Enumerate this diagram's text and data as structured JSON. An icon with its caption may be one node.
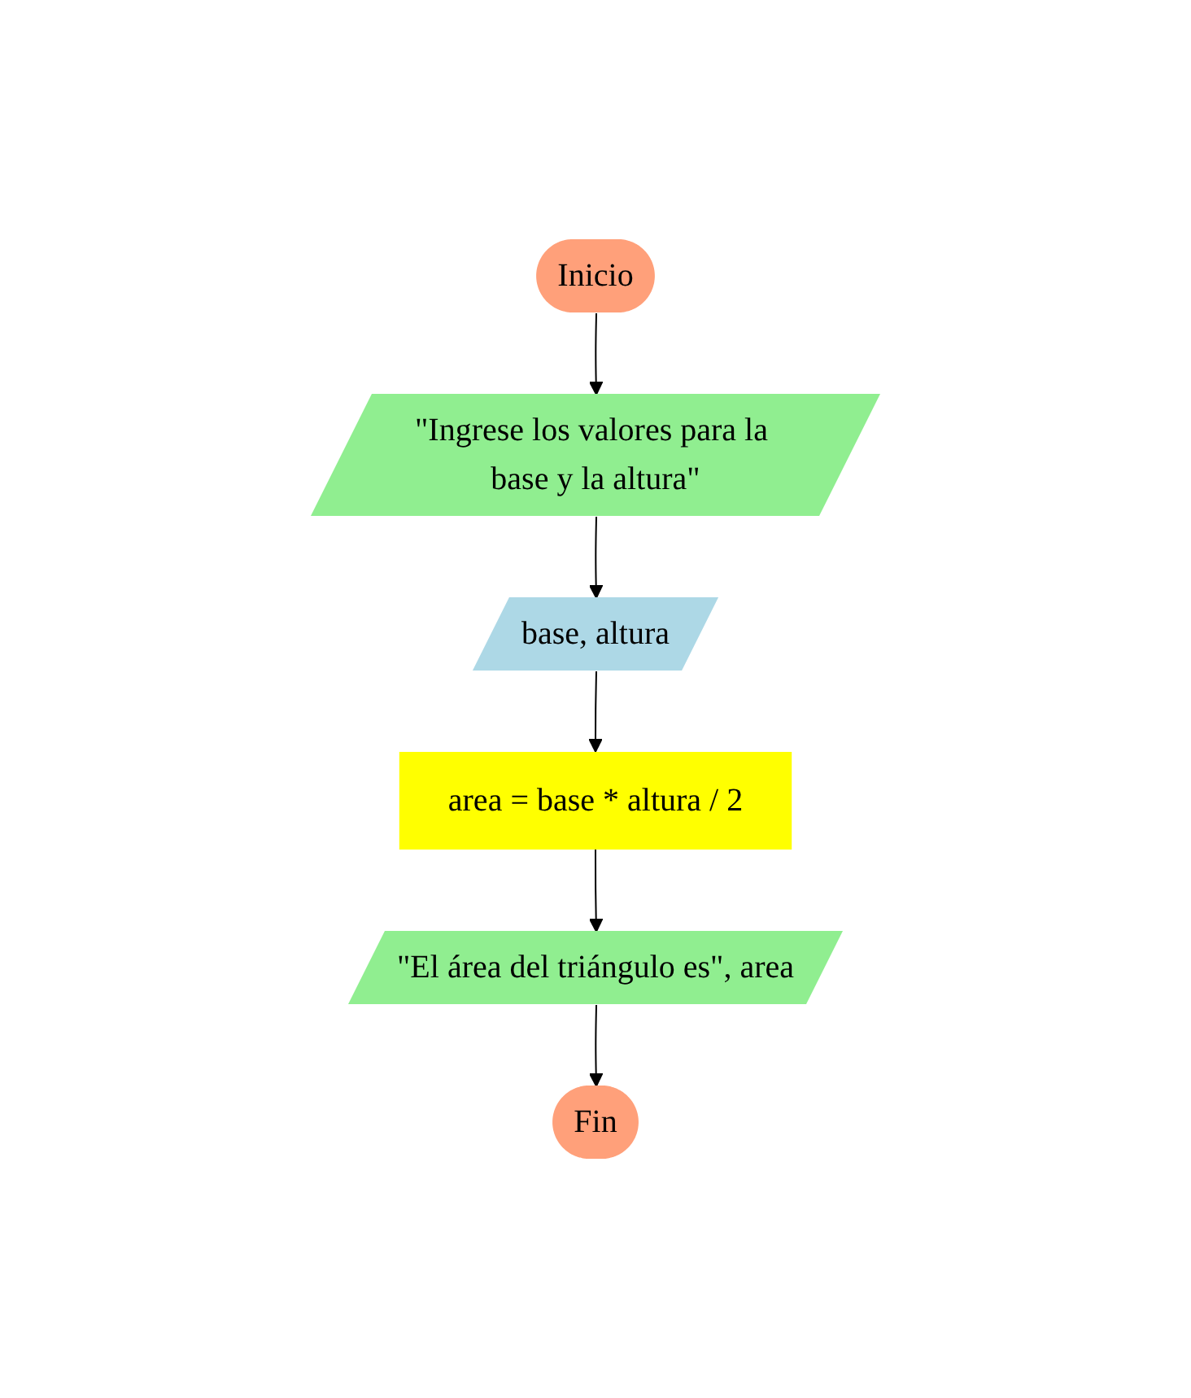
{
  "diagram": {
    "nodes": [
      {
        "text": [
          "Inicio"
        ]
      },
      {
        "text": [
          "\"Ingrese los valores para la base y la altura\""
        ]
      },
      {
        "text": [
          "base, altura"
        ]
      },
      {
        "text": [
          "area = base * altura / 2"
        ]
      },
      {
        "text": [
          "\"El área del triángulo es\", area"
        ]
      },
      {
        "text": [
          "Fin"
        ]
      }
    ],
    "edges": [
      {
        "from": 0,
        "to": 1,
        "arrow": "to"
      },
      {
        "from": 1,
        "to": 2,
        "arrow": "to"
      },
      {
        "from": 2,
        "to": 3,
        "arrow": "to"
      },
      {
        "from": 3,
        "to": 4,
        "arrow": "to"
      },
      {
        "from": 4,
        "to": 5,
        "arrow": "to"
      }
    ]
  }
}
